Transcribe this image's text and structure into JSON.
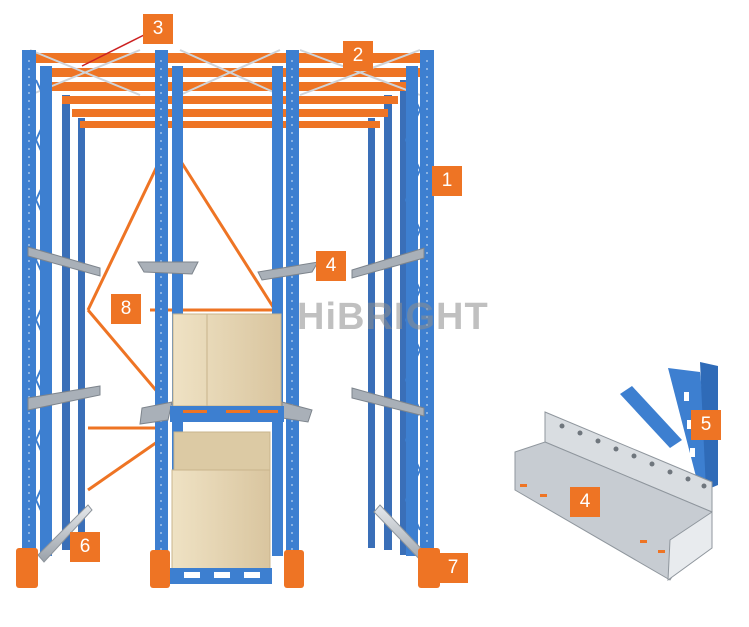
{
  "watermark": "HiBRIGHT",
  "colors": {
    "upright": "#3d7fd0",
    "beam": "#ee7424",
    "tag": "#ee7424",
    "rail": "#b8bec6",
    "box": "#ead9b6"
  },
  "labels": [
    {
      "id": "upright",
      "text": "1"
    },
    {
      "id": "top-beam",
      "text": "2"
    },
    {
      "id": "top-tie",
      "text": "3"
    },
    {
      "id": "cantilever",
      "text": "4"
    },
    {
      "id": "arm-detail",
      "text": "5"
    },
    {
      "id": "floor-rail",
      "text": "6"
    },
    {
      "id": "guard",
      "text": "7"
    },
    {
      "id": "back-brace",
      "text": "8"
    },
    {
      "id": "rail-detail",
      "text": "4"
    }
  ]
}
